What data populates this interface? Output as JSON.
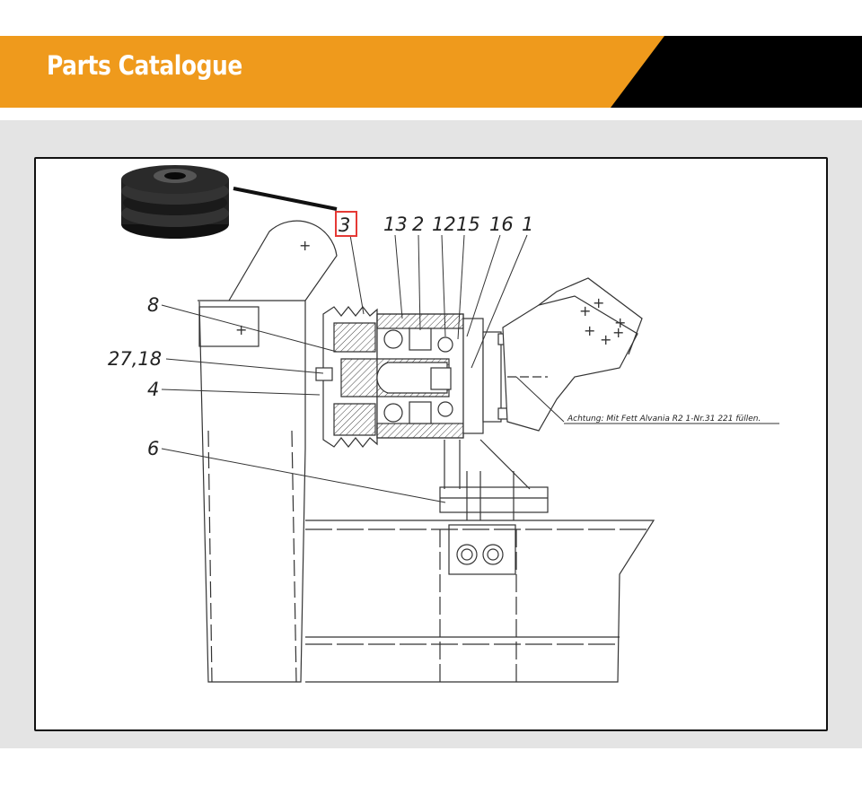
{
  "header": {
    "title": "Parts Catalogue",
    "accent_color": "#ef9a1c",
    "dark_color": "#000000"
  },
  "diagram": {
    "highlighted_part": "3",
    "highlight_color": "#e53935",
    "callouts_top": [
      "13",
      "2",
      "12",
      "15",
      "16",
      "1"
    ],
    "callouts_left": [
      "8",
      "27,18",
      "4",
      "6"
    ],
    "note": "Achtung: Mit Fett Alvania R2 1-Nr.31 221 füllen.",
    "thumbnail": "triple-groove-pulley-icon"
  }
}
